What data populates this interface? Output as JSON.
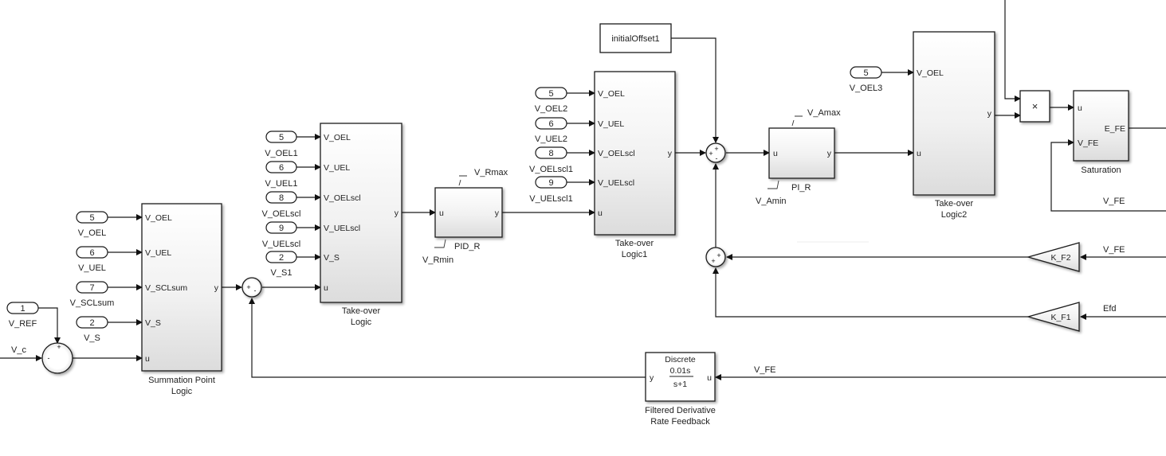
{
  "diagram": {
    "type": "simulink-block-diagram",
    "inports_summation": [
      {
        "num": "5",
        "name": "V_OEL"
      },
      {
        "num": "6",
        "name": "V_UEL"
      },
      {
        "num": "7",
        "name": "V_SCLsum"
      },
      {
        "num": "2",
        "name": "V_S"
      }
    ],
    "inport_ref": {
      "num": "1",
      "name": "V_REF"
    },
    "signal_vc": "V_c",
    "summation_block": {
      "name_line1": "Summation Point",
      "name_line2": "Logic",
      "inputs": [
        "V_OEL",
        "V_UEL",
        "V_SCLsum",
        "V_S",
        "u"
      ],
      "output": "y"
    },
    "sum1_signs": {
      "top": "+",
      "left": "-"
    },
    "sum2_signs": {
      "left": "+",
      "bottom": "-"
    },
    "inports_takeover": [
      {
        "num": "5",
        "name": "V_OEL1"
      },
      {
        "num": "6",
        "name": "V_UEL1"
      },
      {
        "num": "8",
        "name": "V_OELscl"
      },
      {
        "num": "9",
        "name": "V_UELscl"
      },
      {
        "num": "2",
        "name": "V_S1"
      }
    ],
    "takeover_block": {
      "name_line1": "Take-over",
      "name_line2": "Logic",
      "inputs": [
        "V_OEL",
        "V_UEL",
        "V_OELscl",
        "V_UELscl",
        "V_S",
        "u"
      ],
      "output": "y"
    },
    "pid_block": {
      "name": "PID_R",
      "input": "u",
      "output": "y",
      "max_label": "V_Rmax",
      "min_label": "V_Rmin"
    },
    "inports_takeover1": [
      {
        "num": "5",
        "name": "V_OEL2"
      },
      {
        "num": "6",
        "name": "V_UEL2"
      },
      {
        "num": "8",
        "name": "V_OELscl1"
      },
      {
        "num": "9",
        "name": "V_UELscl1"
      }
    ],
    "takeover1_block": {
      "name_line1": "Take-over",
      "name_line2": "Logic1",
      "inputs": [
        "V_OEL",
        "V_UEL",
        "V_OELscl",
        "V_UELscl",
        "u"
      ],
      "output": "y"
    },
    "initial_offset": "initialOffset1",
    "sum3_signs": {
      "top": "+",
      "left": "+",
      "bottom": "-"
    },
    "pi_block": {
      "name": "PI_R",
      "input": "u",
      "output": "y",
      "max_label": "V_Amax",
      "min_label": "V_Amin"
    },
    "inport_takeover2": {
      "num": "5",
      "name": "V_OEL3"
    },
    "takeover2_block": {
      "name_line1": "Take-over",
      "name_line2": "Logic2",
      "inputs": [
        "V_OEL",
        "u"
      ],
      "output": "y"
    },
    "product_symbol": "×",
    "saturation_block": {
      "name": "Saturation",
      "inputs": [
        "u",
        "V_FE"
      ],
      "output": "E_FE"
    },
    "signal_vfe_sat": "V_FE",
    "sum4_signs": {
      "right": "+",
      "bottom": "+"
    },
    "gain_kf2": {
      "label": "K_F2",
      "signal": "V_FE"
    },
    "gain_kf1": {
      "label": "K_F1",
      "signal": "Efd"
    },
    "derivative_block": {
      "title": "Discrete",
      "numerator": "0.01s",
      "denominator": "s+1",
      "input": "u",
      "output": "y",
      "name_line1": "Filtered Derivative",
      "name_line2": "Rate Feedback"
    },
    "signal_vfe_deriv": "V_FE"
  }
}
